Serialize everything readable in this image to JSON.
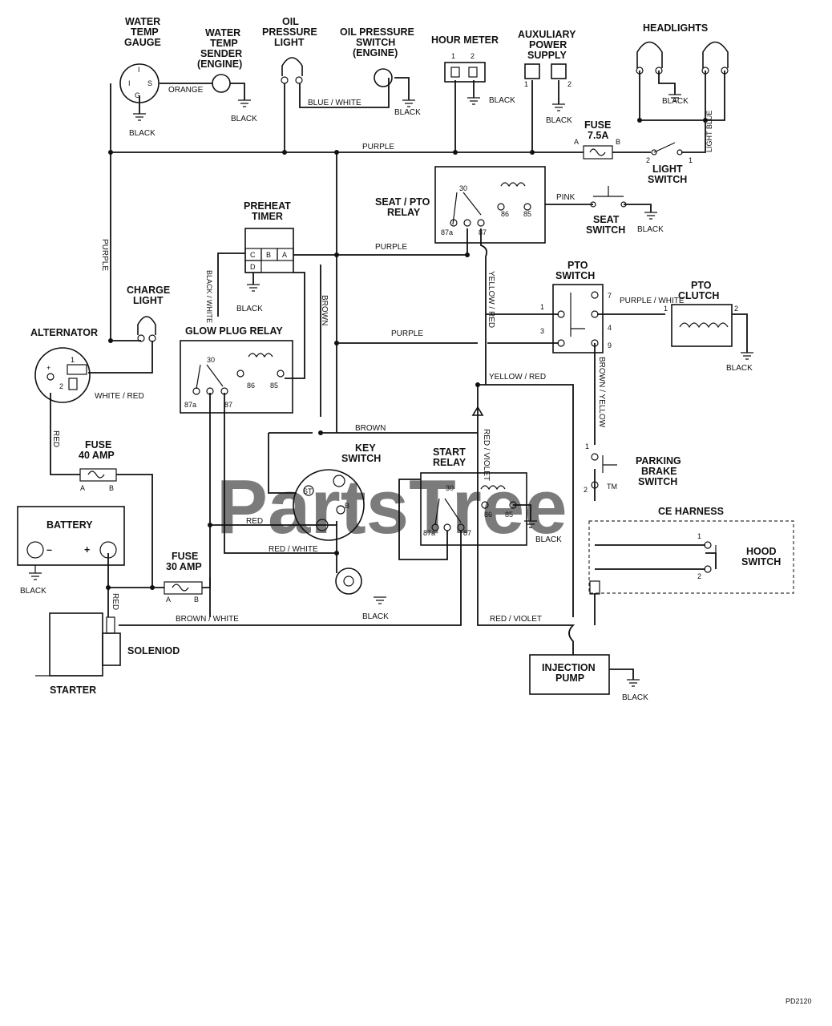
{
  "labels": {
    "water_temp_gauge": [
      "WATER",
      "TEMP",
      "GAUGE"
    ],
    "water_temp_sender": [
      "WATER",
      "TEMP",
      "SENDER",
      "(ENGINE)"
    ],
    "oil_pressure_light": [
      "OIL",
      "PRESSURE",
      "LIGHT"
    ],
    "oil_pressure_switch": [
      "OIL PRESSURE",
      "SWITCH",
      "(ENGINE)"
    ],
    "hour_meter": "HOUR METER",
    "auxiliary_power_supply": [
      "AUXULIARY",
      "POWER",
      "SUPPLY"
    ],
    "headlights": "HEADLIGHTS",
    "fuse_75": [
      "FUSE",
      "7.5A"
    ],
    "light_switch": [
      "LIGHT",
      "SWITCH"
    ],
    "seat_pto_relay": [
      "SEAT / PTO",
      "RELAY"
    ],
    "seat_switch": [
      "SEAT",
      "SWITCH"
    ],
    "preheat_timer": [
      "PREHEAT",
      "TIMER"
    ],
    "charge_light": [
      "CHARGE",
      "LIGHT"
    ],
    "alternator": "ALTERNATOR",
    "glow_plug_relay": "GLOW PLUG RELAY",
    "pto_switch": [
      "PTO",
      "SWITCH"
    ],
    "pto_clutch": [
      "PTO",
      "CLUTCH"
    ],
    "fuse_40": [
      "FUSE",
      "40 AMP"
    ],
    "key_switch": [
      "KEY",
      "SWITCH"
    ],
    "start_relay": [
      "START",
      "RELAY"
    ],
    "parking_brake_switch": [
      "PARKING",
      "BRAKE",
      "SWITCH"
    ],
    "ce_harness": "CE HARNESS",
    "hood_switch": [
      "HOOD",
      "SWITCH"
    ],
    "battery": "BATTERY",
    "fuse_30": [
      "FUSE",
      "30 AMP"
    ],
    "solenoid": "SOLENIOD",
    "starter": "STARTER",
    "injection_pump": [
      "INJECTION",
      "PUMP"
    ]
  },
  "wires": {
    "black": "BLACK",
    "orange": "ORANGE",
    "blue_white": "BLUE / WHITE",
    "purple": "PURPLE",
    "pink": "PINK",
    "black_white": "BLACK / WHITE",
    "brown": "BROWN",
    "yellow_red": "YELLOW / RED",
    "yellow_red_v": "YELLOW / RED",
    "purple_white": "PURPLE / WHITE",
    "white_red": "WHITE / RED",
    "red": "RED",
    "red_white": "RED / WHITE",
    "red_violet": "RED / VIOLET",
    "brown_white": "BROWN / WHITE",
    "brown_yellow": "BROWN / YELLOW",
    "light_blue": "LIGHT BLUE"
  },
  "pins": {
    "gauge": [
      "I",
      "S",
      "G",
      "I"
    ],
    "hour": [
      "1",
      "2"
    ],
    "aux": [
      "1",
      "2"
    ],
    "fuse_ab": [
      "A",
      "B"
    ],
    "light_sw": [
      "2",
      "1"
    ],
    "relay": [
      "30",
      "87a",
      "87",
      "86",
      "85"
    ],
    "timer": [
      "C",
      "B",
      "A",
      "D"
    ],
    "pto_sw": [
      "7",
      "1",
      "4",
      "3",
      "9"
    ],
    "clutch": [
      "1",
      "2"
    ],
    "alt": [
      "1",
      "2",
      "+"
    ],
    "brake": [
      "1",
      "2"
    ],
    "hood": [
      "1",
      "2"
    ],
    "batt_neg": "–",
    "batt_pos": "+",
    "key": [
      "ST",
      "B"
    ]
  },
  "watermark": "PartsTree",
  "trademark": "TM",
  "drawing_id": "PD2120"
}
